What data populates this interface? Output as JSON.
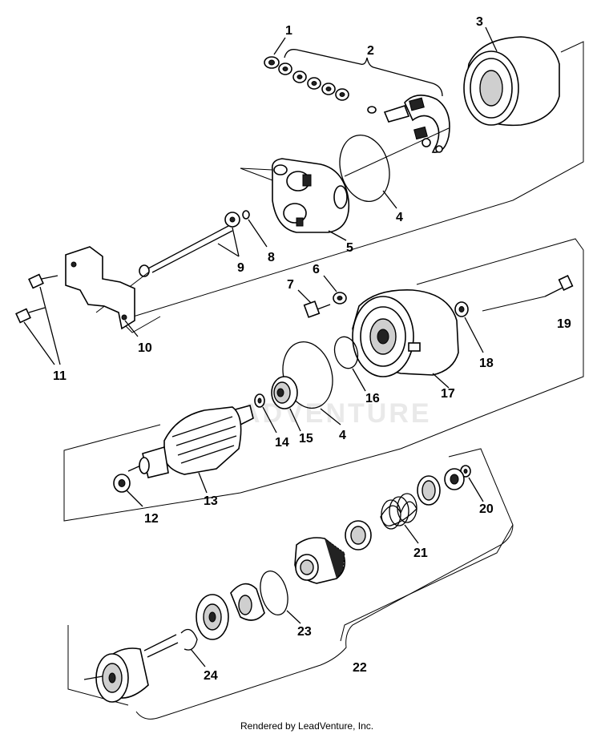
{
  "diagram": {
    "watermark": "ADVENTURE",
    "footer": "Rendered by LeadVenture, Inc.",
    "callouts": [
      "1",
      "2",
      "3",
      "4",
      "4",
      "5",
      "6",
      "7",
      "8",
      "9",
      "10",
      "11",
      "12",
      "13",
      "14",
      "15",
      "16",
      "17",
      "18",
      "19",
      "20",
      "21",
      "22",
      "23",
      "24"
    ]
  }
}
